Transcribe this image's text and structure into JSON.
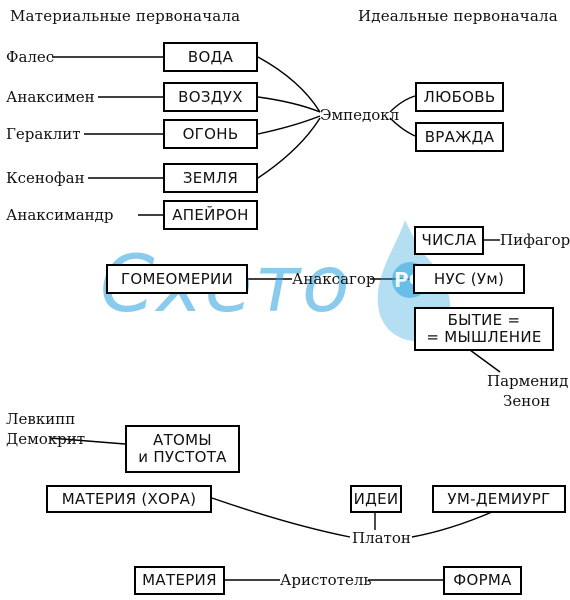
{
  "headers": {
    "material": "Материальные первоначала",
    "ideal": "Идеальные первоначала"
  },
  "philosophers": {
    "fales": "Фалес",
    "anaksimen": "Анаксимен",
    "geraklit": "Гераклит",
    "ksenofan": "Ксенофан",
    "anaksimandr": "Анаксимандр",
    "empedokl": "Эмпедокл",
    "pifagor": "Пифагор",
    "anaksagor": "Анаксагор",
    "parmenid": "Парменид",
    "zenon": "Зенон",
    "levkipp": "Левкипп",
    "demokrit": "Демокрит",
    "platon": "Платон",
    "aristotel": "Аристотель"
  },
  "boxes": {
    "voda": "ВОДА",
    "vozdukh": "ВОЗДУХ",
    "ogon": "ОГОНЬ",
    "zemlya": "ЗЕМЛЯ",
    "apeiron": "АПЕЙРОН",
    "lyubov": "ЛЮБОВЬ",
    "vrazhda": "ВРАЖДА",
    "chisla": "ЧИСЛА",
    "gomeomerii": "ГОМЕОМЕРИИ",
    "nus": "НУС (Ум)",
    "bytie_line1": "БЫТИЕ =",
    "bytie_line2": "= МЫШЛЕНИЕ",
    "atomy_line1": "АТОМЫ",
    "atomy_line2": "и ПУСТОТА",
    "materiya_khora": "МАТЕРИЯ (ХОРА)",
    "idei": "ИДЕИ",
    "um_demiurg": "УМ-ДЕМИУРГ",
    "materiya": "МАТЕРИЯ",
    "forma": "ФОРМА"
  },
  "watermark": {
    "text": "Схето",
    "rf": "РФ"
  },
  "colors": {
    "ink": "#111111",
    "watermark": "#29a3dc"
  }
}
